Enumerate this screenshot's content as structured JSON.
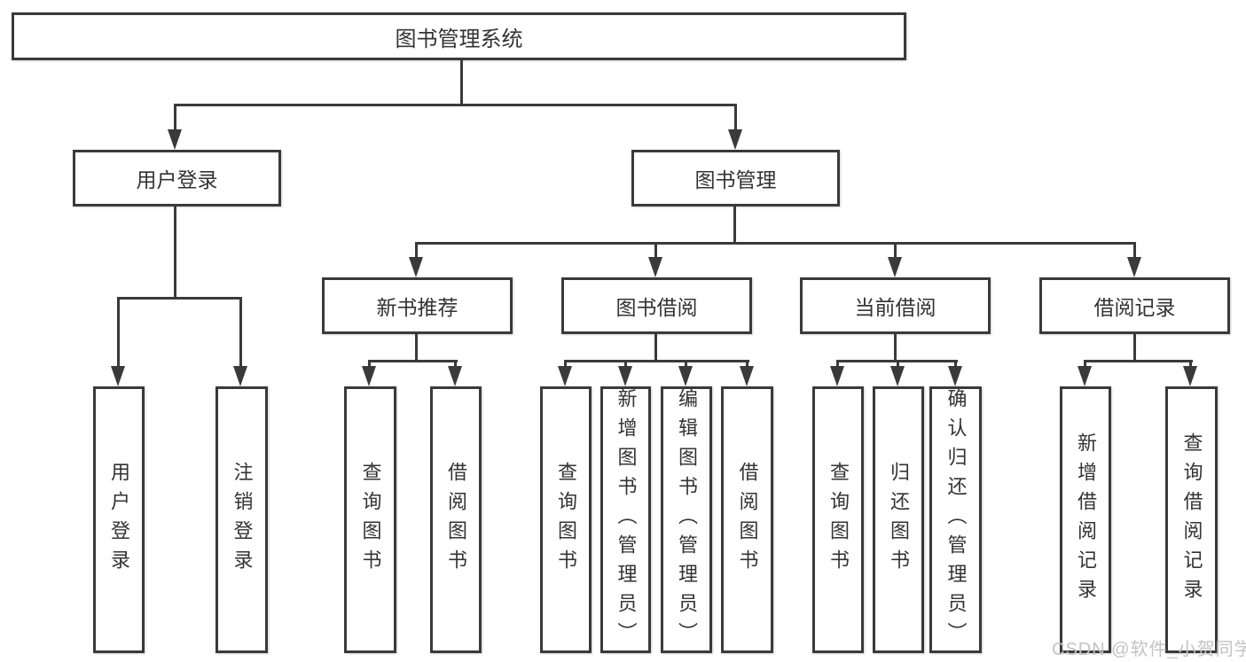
{
  "diagram": {
    "title": "图书管理系统",
    "watermark": "CSDN @软件_小贺同学",
    "colors": {
      "line": "#3a3a3a",
      "border": "#3a3a3a",
      "text": "#333333",
      "bg": "#ffffff",
      "watermark": "#c3c3c3"
    },
    "nodes": {
      "root": "图书管理系统",
      "user_login": "用户登录",
      "book_management": "图书管理",
      "new_book_recommend": "新书推荐",
      "book_borrowing": "图书借阅",
      "current_borrowing": "当前借阅",
      "borrowing_records": "借阅记录",
      "leaf_user_login": "用户登录",
      "leaf_logout": "注销登录",
      "leaf_nbr_query_books": "查询图书",
      "leaf_nbr_borrow_books": "借阅图书",
      "leaf_bb_query_books": "查询图书",
      "leaf_bb_add_books": "新增图书（管理员）",
      "leaf_bb_edit_books": "编辑图书（管理员）",
      "leaf_bb_borrow_books": "借阅图书",
      "leaf_cb_query_books": "查询图书",
      "leaf_cb_return_books": "归还图书",
      "leaf_cb_confirm_return": "确认归还（管理员）",
      "leaf_br_add_record": "新增借阅记录",
      "leaf_br_query_record": "查询借阅记录"
    },
    "structure": {
      "root": [
        "user_login",
        "book_management"
      ],
      "user_login": [
        "leaf_user_login",
        "leaf_logout"
      ],
      "book_management": [
        "new_book_recommend",
        "book_borrowing",
        "current_borrowing",
        "borrowing_records"
      ],
      "new_book_recommend": [
        "leaf_nbr_query_books",
        "leaf_nbr_borrow_books"
      ],
      "book_borrowing": [
        "leaf_bb_query_books",
        "leaf_bb_add_books",
        "leaf_bb_edit_books",
        "leaf_bb_borrow_books"
      ],
      "current_borrowing": [
        "leaf_cb_query_books",
        "leaf_cb_return_books",
        "leaf_cb_confirm_return"
      ],
      "borrowing_records": [
        "leaf_br_add_record",
        "leaf_br_query_record"
      ]
    }
  }
}
